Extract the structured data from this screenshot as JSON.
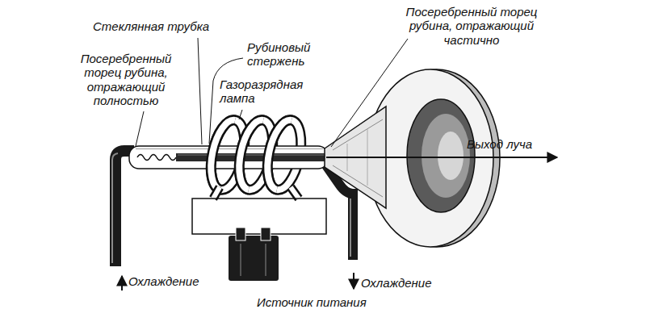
{
  "diagram": {
    "labels": [
      "Стеклянная трубка",
      "Рубиновый стержень",
      "Посеребренный торец рубина, отражающий частично",
      "Посеребренный торец рубина, отражающий полностью",
      "Газоразрядная лампа",
      "Выход луча",
      "Охлаждение",
      "Охлаждение",
      "Источник питания"
    ]
  }
}
